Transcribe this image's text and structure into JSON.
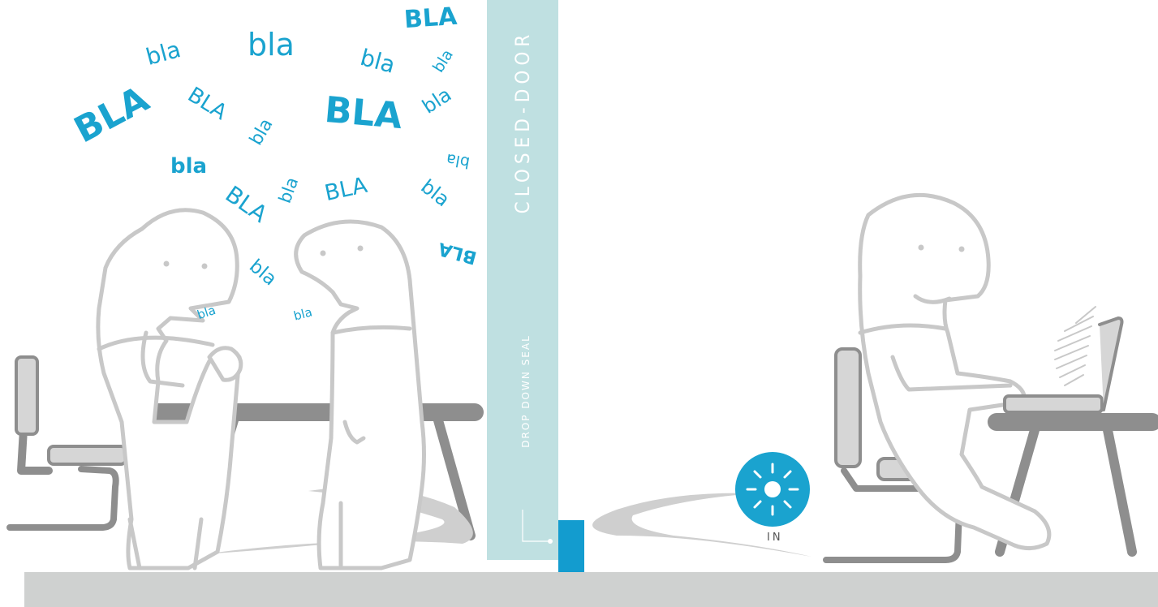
{
  "door": {
    "title": "CLOSED-DOOR",
    "seal_label": "DROP DOWN SEAL"
  },
  "indicator": {
    "label": "IN",
    "icon": "sun-icon"
  },
  "chatter": [
    {
      "text": "bla",
      "bold": false
    },
    {
      "text": "bla",
      "bold": false
    },
    {
      "text": "BLA",
      "bold": true
    },
    {
      "text": "bla",
      "bold": false
    },
    {
      "text": "bla",
      "bold": false
    },
    {
      "text": "BLA",
      "bold": true
    },
    {
      "text": "BLA",
      "bold": false
    },
    {
      "text": "BLA",
      "bold": true
    },
    {
      "text": "bla",
      "bold": false
    },
    {
      "text": "bla",
      "bold": false
    },
    {
      "text": "bla",
      "bold": true
    },
    {
      "text": "bla",
      "bold": false
    },
    {
      "text": "BLA",
      "bold": false
    },
    {
      "text": "bla",
      "bold": false
    },
    {
      "text": "BLA",
      "bold": false
    },
    {
      "text": "BLA",
      "bold": true
    },
    {
      "text": "bla",
      "bold": false
    },
    {
      "text": "bla",
      "bold": false
    },
    {
      "text": "bla",
      "bold": false
    }
  ],
  "colors": {
    "chatter": "#1aa3cf",
    "door": "#bfe0e1",
    "seal": "#139ccf",
    "floor": "#cfd1d0",
    "figure_outline": "#c8c8c8",
    "furniture": "#8e8e8e"
  }
}
